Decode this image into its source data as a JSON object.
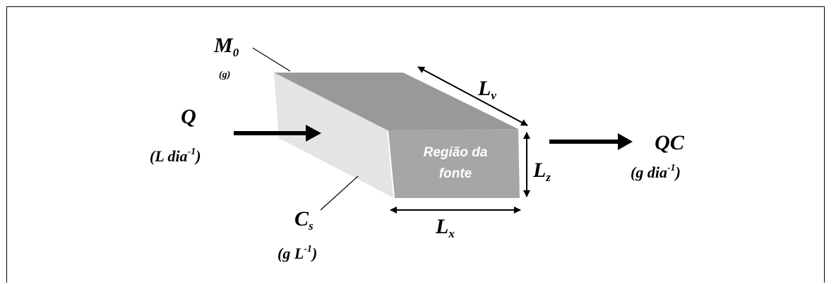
{
  "labels": {
    "m0": {
      "main": "M",
      "sub": "0",
      "unit": "(g)"
    },
    "q": {
      "main": "Q",
      "unit_prefix": "(L dia",
      "unit_sup": "-1",
      "unit_suffix": ")"
    },
    "lv": {
      "main": "L",
      "sub": "v"
    },
    "lz": {
      "main": "L",
      "sub": "z"
    },
    "lx": {
      "main": "L",
      "sub": "x"
    },
    "cs": {
      "main": "C",
      "sub": "s",
      "unit_prefix": "(g L",
      "unit_sup": "-1",
      "unit_suffix": ")"
    },
    "qc": {
      "main": "QC",
      "unit_prefix": "(g dia",
      "unit_sup": "-1",
      "unit_suffix": ")"
    },
    "source_region": {
      "line1": "Região da",
      "line2": "fonte"
    }
  },
  "colors": {
    "top_face": "#999999",
    "left_face": "#e4e4e4",
    "front_face": "#a6a6a6",
    "arrow": "#000000"
  }
}
